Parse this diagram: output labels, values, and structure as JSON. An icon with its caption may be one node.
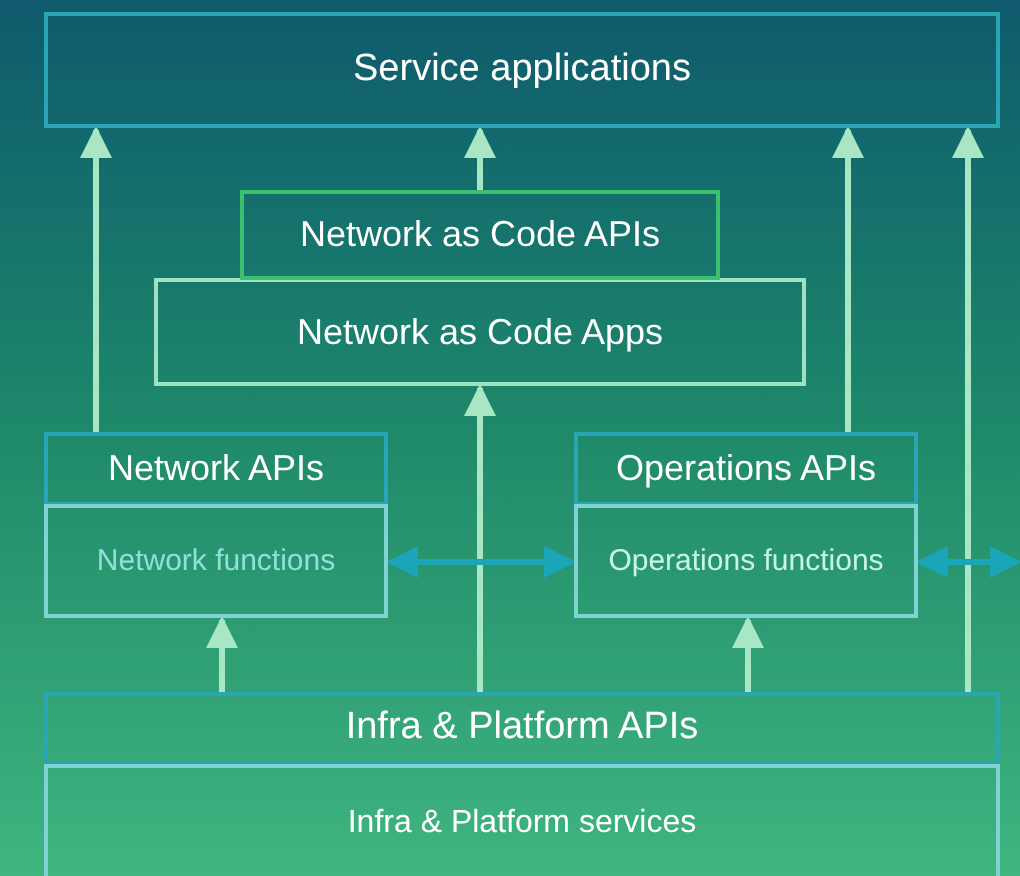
{
  "diagram": {
    "nodes": [
      {
        "text": [
          "Service applications"
        ]
      },
      {
        "text": [
          "Network as Code APIs"
        ]
      },
      {
        "text": [
          "Network as Code Apps"
        ]
      },
      {
        "text": [
          "Network APIs"
        ]
      },
      {
        "text": [
          "Network functions"
        ]
      },
      {
        "text": [
          "Operations APIs"
        ]
      },
      {
        "text": [
          "Operations functions"
        ]
      },
      {
        "text": [
          "Infra & Platform APIs"
        ]
      },
      {
        "text": [
          "Infra & Platform services"
        ]
      }
    ],
    "edges": [
      {
        "from": 3,
        "to": 0,
        "arrow": "to"
      },
      {
        "from": 1,
        "to": 0,
        "arrow": "to"
      },
      {
        "from": 5,
        "to": 0,
        "arrow": "to"
      },
      {
        "from": 7,
        "to": 0,
        "arrow": "to"
      },
      {
        "from": 7,
        "to": 2,
        "arrow": "to"
      },
      {
        "from": 7,
        "to": 4,
        "arrow": "to"
      },
      {
        "from": 7,
        "to": 6,
        "arrow": "to"
      },
      {
        "from": 4,
        "to": 6,
        "arrow": "both",
        "color": "#1ba5b8"
      },
      {
        "from": 6,
        "to": null,
        "arrow": "both",
        "color": "#1ba5b8"
      }
    ]
  }
}
